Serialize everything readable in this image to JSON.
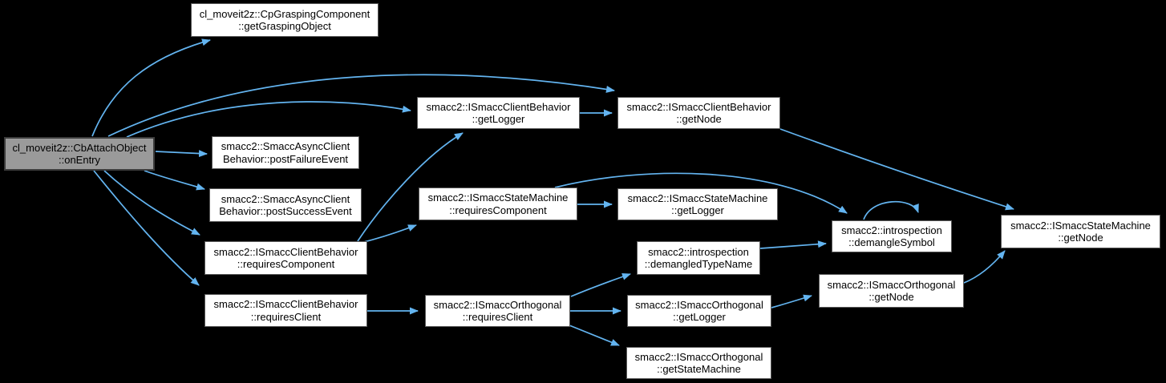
{
  "diagram_kind": "call-graph",
  "colors": {
    "background": "#000000",
    "edge": "#63b4f0",
    "node_fill": "#ffffff",
    "node_border": "#5a5a5a",
    "main_node_fill": "#9a9a9a",
    "main_node_border": "#3c3c3c",
    "text": "#000000"
  },
  "nodes": [
    {
      "id": "onEntry",
      "lines": [
        "cl_moveit2z::CbAttachObject",
        "::onEntry"
      ],
      "main": true
    },
    {
      "id": "getGraspingObject",
      "lines": [
        "cl_moveit2z::CpGraspingComponent",
        "::getGraspingObject"
      ],
      "main": false
    },
    {
      "id": "cbGetLogger",
      "lines": [
        "smacc2::ISmaccClientBehavior",
        "::getLogger"
      ],
      "main": false
    },
    {
      "id": "cbGetNode",
      "lines": [
        "smacc2::ISmaccClientBehavior",
        "::getNode"
      ],
      "main": false
    },
    {
      "id": "postFailureEvent",
      "lines": [
        "smacc2::SmaccAsyncClient",
        "Behavior::postFailureEvent"
      ],
      "main": false
    },
    {
      "id": "postSuccessEvent",
      "lines": [
        "smacc2::SmaccAsyncClient",
        "Behavior::postSuccessEvent"
      ],
      "main": false
    },
    {
      "id": "smRequiresComponent",
      "lines": [
        "smacc2::ISmaccStateMachine",
        "::requiresComponent"
      ],
      "main": false
    },
    {
      "id": "smGetLogger",
      "lines": [
        "smacc2::ISmaccStateMachine",
        "::getLogger"
      ],
      "main": false
    },
    {
      "id": "cbRequiresComponent",
      "lines": [
        "smacc2::ISmaccClientBehavior",
        "::requiresComponent"
      ],
      "main": false
    },
    {
      "id": "demangledTypeName",
      "lines": [
        "smacc2::introspection",
        "::demangledTypeName"
      ],
      "main": false
    },
    {
      "id": "demangleSymbol",
      "lines": [
        "smacc2::introspection",
        "::demangleSymbol"
      ],
      "main": false
    },
    {
      "id": "smGetNode",
      "lines": [
        "smacc2::ISmaccStateMachine",
        "::getNode"
      ],
      "main": false
    },
    {
      "id": "cbRequiresClient",
      "lines": [
        "smacc2::ISmaccClientBehavior",
        "::requiresClient"
      ],
      "main": false
    },
    {
      "id": "orthRequiresClient",
      "lines": [
        "smacc2::ISmaccOrthogonal",
        "::requiresClient"
      ],
      "main": false
    },
    {
      "id": "orthGetLogger",
      "lines": [
        "smacc2::ISmaccOrthogonal",
        "::getLogger"
      ],
      "main": false
    },
    {
      "id": "orthGetNode",
      "lines": [
        "smacc2::ISmaccOrthogonal",
        "::getNode"
      ],
      "main": false
    },
    {
      "id": "orthGetStateMachine",
      "lines": [
        "smacc2::ISmaccOrthogonal",
        "::getStateMachine"
      ],
      "main": false
    }
  ],
  "edges": [
    {
      "from": "onEntry",
      "to": "getGraspingObject"
    },
    {
      "from": "onEntry",
      "to": "cbGetNode"
    },
    {
      "from": "onEntry",
      "to": "cbGetLogger"
    },
    {
      "from": "onEntry",
      "to": "postFailureEvent"
    },
    {
      "from": "onEntry",
      "to": "postSuccessEvent"
    },
    {
      "from": "onEntry",
      "to": "cbRequiresComponent"
    },
    {
      "from": "onEntry",
      "to": "cbRequiresClient"
    },
    {
      "from": "cbGetLogger",
      "to": "cbGetNode"
    },
    {
      "from": "cbGetNode",
      "to": "smGetNode"
    },
    {
      "from": "cbRequiresComponent",
      "to": "cbGetLogger"
    },
    {
      "from": "cbRequiresComponent",
      "to": "smRequiresComponent"
    },
    {
      "from": "smRequiresComponent",
      "to": "smGetLogger"
    },
    {
      "from": "smRequiresComponent",
      "to": "demangleSymbol"
    },
    {
      "from": "demangleSymbol",
      "to": "demangleSymbol"
    },
    {
      "from": "demangledTypeName",
      "to": "demangleSymbol"
    },
    {
      "from": "cbRequiresClient",
      "to": "orthRequiresClient"
    },
    {
      "from": "orthRequiresClient",
      "to": "demangledTypeName"
    },
    {
      "from": "orthRequiresClient",
      "to": "orthGetLogger"
    },
    {
      "from": "orthRequiresClient",
      "to": "orthGetStateMachine"
    },
    {
      "from": "orthGetLogger",
      "to": "orthGetNode"
    },
    {
      "from": "orthGetNode",
      "to": "smGetNode"
    }
  ]
}
